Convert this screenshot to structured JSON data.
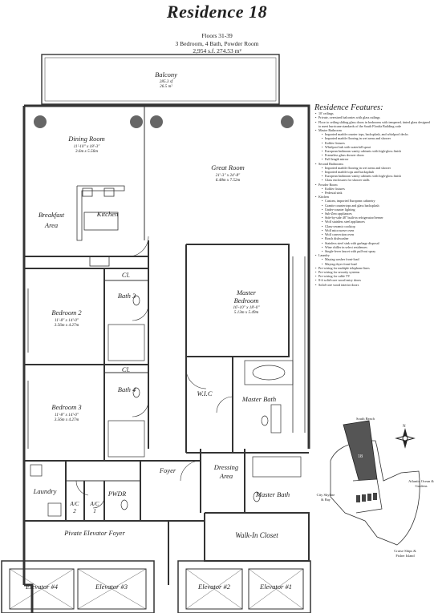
{
  "header": {
    "title": "Residence 18",
    "floors": "Floors 31-39",
    "rooms": "3 Bedroom, 4 Bath, Powder Room",
    "area": "2,954 s.f.   274.53 m²"
  },
  "rooms": {
    "balcony": {
      "name": "Balcony",
      "dim1": "285.3 sf",
      "dim2": "26.5 m²"
    },
    "dining": {
      "name": "Dining Room",
      "dim1": "11'-10\" x 18'-3\"",
      "dim2": "3.6m x 5.56m"
    },
    "great": {
      "name": "Great Room",
      "dim1": "21'-3\" x 24'-8\"",
      "dim2": "6.48m x 7.52m"
    },
    "kitchen": {
      "name": "Kitchen"
    },
    "breakfast": {
      "name": "Breakfast Area"
    },
    "master": {
      "name": "Master Bedroom",
      "dim1": "16'-10\" x 18'-0\"",
      "dim2": "5.13m x 5.49m"
    },
    "bed2": {
      "name": "Bedroom 2",
      "dim1": "11'-8\" x 14'-0\"",
      "dim2": "3.56m x 4.27m"
    },
    "bed3": {
      "name": "Bedroom 3",
      "dim1": "11'-8\" x 14'-0\"",
      "dim2": "3.56m x 4.27m"
    },
    "bath3": {
      "name": "Bath 3"
    },
    "bath4": {
      "name": "Bath 4"
    },
    "cl1": {
      "name": "Cl."
    },
    "cl2": {
      "name": "Cl."
    },
    "wic": {
      "name": "W.I.C"
    },
    "master_bath": {
      "name": "Master Bath"
    },
    "master_bath2": {
      "name": "Master Bath"
    },
    "dressing": {
      "name": "Dressing Area"
    },
    "foyer": {
      "name": "Foyer"
    },
    "laundry": {
      "name": "Laundry"
    },
    "ac2": {
      "name": "A/C 2"
    },
    "ac1": {
      "name": "A/C 1"
    },
    "pwdr": {
      "name": "PWDR"
    },
    "walkin": {
      "name": "Walk-In Closet"
    },
    "private_foyer": {
      "name": "Pivate Elevator Foyer"
    },
    "elev4": {
      "name": "Elevator #4"
    },
    "elev3": {
      "name": "Elevator #3"
    },
    "elev2": {
      "name": "Elevator #2"
    },
    "elev1": {
      "name": "Elevator #1"
    }
  },
  "features": {
    "heading": "Residence Features:",
    "items": [
      {
        "text": "10' ceilings",
        "sub": false
      },
      {
        "text": "Private, oversized balconies with glass railings",
        "sub": false
      },
      {
        "text": "Floor to ceiling sliding glass doors in bedrooms with tempered, tinted glass designed to meet hurricane standards of the South Florida Building code",
        "sub": false
      },
      {
        "text": "Master Bathroom",
        "sub": false
      },
      {
        "text": "Imported marble counter tops, backsplash, and whirlpool decks",
        "sub": true
      },
      {
        "text": "Imported marble flooring in wet areas and shower",
        "sub": true
      },
      {
        "text": "Kohler fixtures",
        "sub": true
      },
      {
        "text": "Whirlpool tub with waterfall spout",
        "sub": true
      },
      {
        "text": "European bathroom vanity cabinets with high-gloss finish",
        "sub": true
      },
      {
        "text": "Frameless glass shower doors",
        "sub": true
      },
      {
        "text": "Full length mirror",
        "sub": true
      },
      {
        "text": "Second Bathrooms",
        "sub": false
      },
      {
        "text": "Imported marble flooring in wet areas and shower",
        "sub": true
      },
      {
        "text": "Imported marble tops and backsplash",
        "sub": true
      },
      {
        "text": "European bathroom vanity cabinets with high-gloss finish",
        "sub": true
      },
      {
        "text": "Glass enclosures for shower stalls",
        "sub": true
      },
      {
        "text": "Powder Room",
        "sub": false
      },
      {
        "text": "Kohler fixtures",
        "sub": true
      },
      {
        "text": "Pedestal sink",
        "sub": true
      },
      {
        "text": "Kitchen",
        "sub": false
      },
      {
        "text": "Custom, imported European cabinetry",
        "sub": true
      },
      {
        "text": "Granite countertops and glass backsplash",
        "sub": true
      },
      {
        "text": "Under-counter lighting",
        "sub": true
      },
      {
        "text": "Sub-Zero appliances",
        "sub": true
      },
      {
        "text": "Side-by-side 48\" built-in refrigerator/freezer",
        "sub": true
      },
      {
        "text": "Wolf stainless steel appliances",
        "sub": true
      },
      {
        "text": "Glass-ceramic cooktop",
        "sub": true
      },
      {
        "text": "Wolf microwave oven",
        "sub": true
      },
      {
        "text": "Wolf convection oven",
        "sub": true
      },
      {
        "text": "Bosch dishwasher",
        "sub": true
      },
      {
        "text": "Stainless steel sink with garbage disposal",
        "sub": true
      },
      {
        "text": "Wine chiller in select residences",
        "sub": true
      },
      {
        "text": "Single-lever faucet with pull-out spray",
        "sub": true
      },
      {
        "text": "Laundry",
        "sub": false
      },
      {
        "text": "Maytag washer front-load",
        "sub": true
      },
      {
        "text": "Maytag dryer front-load",
        "sub": true
      },
      {
        "text": "Pre-wiring for multiple telephone lines",
        "sub": false
      },
      {
        "text": "Pre-wiring for security systems",
        "sub": false
      },
      {
        "text": "Pre-wiring for cable TV",
        "sub": false
      },
      {
        "text": "8-ft solid-core wood entry doors",
        "sub": false
      },
      {
        "text": "Solid-core wood interior doors",
        "sub": false
      }
    ]
  },
  "keyplan": {
    "south_beach": "South Beach",
    "unit_number": "18",
    "city": "City Skyline & Bay",
    "ocean": "Atlantic Ocean & Gardens",
    "cruise": "Cruise Ships & Fisher Island",
    "compass_n": "N"
  }
}
